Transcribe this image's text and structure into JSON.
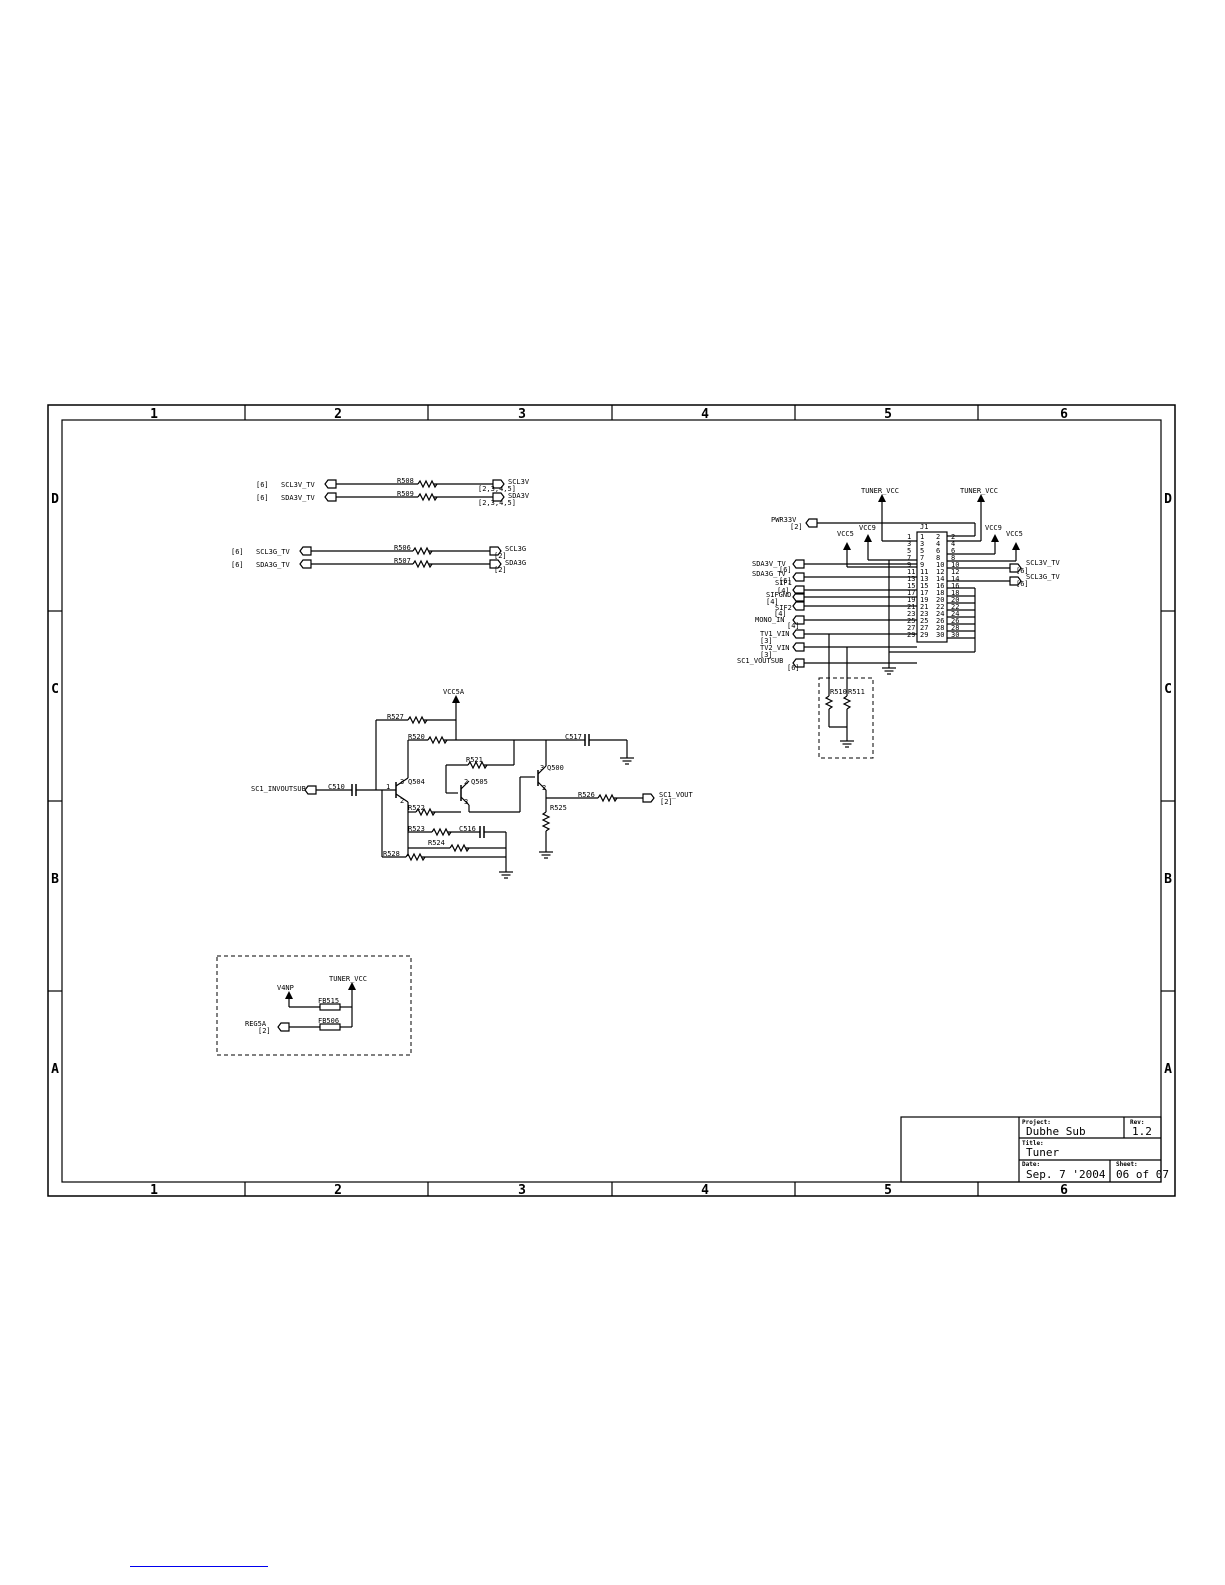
{
  "zones": {
    "columns": [
      "1",
      "2",
      "3",
      "4",
      "5",
      "6"
    ],
    "rows": [
      "D",
      "C",
      "B",
      "A"
    ]
  },
  "labels": {
    "scl3v_tv": "SCL3V_TV",
    "sda3v_tv": "SDA3V_TV",
    "scl3g_tv": "SCL3G_TV",
    "sda3g_tv": "SDA3G_TV",
    "scl3v": "SCL3V",
    "sda3v": "SDA3V",
    "scl3g": "SCL3G",
    "sda3g": "SDA3G",
    "ref6": "[6]",
    "ref2": "[2]",
    "ref3": "[3]",
    "ref4": "[4]",
    "ref2345": "[2,3,4,5]",
    "tuner_vcc": "TUNER_VCC",
    "pwr33v": "PWR33V",
    "vcc5": "VCC5",
    "vcc9": "VCC9",
    "sif1": "SIF1",
    "sifgnd": "SIFGND",
    "sif2": "SIF2",
    "mono_in": "MONO_IN",
    "tv1_vin": "TV1_VIN",
    "tv2_vin": "TV2_VIN",
    "sc1_voutsub": "SC1_VOUTSUB",
    "sc1_vout": "SC1_VOUT",
    "sc1_invoutsub": "SC1_INVOUTSUB",
    "vcc5a": "VCC5A",
    "v4np": "V4NP",
    "reg5a": "REG5A",
    "j1": "J1"
  },
  "components": {
    "r508": "R508",
    "r509": "R509",
    "r506": "R506",
    "r507": "R507",
    "r510": "R510",
    "r511": "R511",
    "r527": "R527",
    "r520": "R520",
    "r521": "R521",
    "r522": "R522",
    "r523": "R523",
    "r524": "R524",
    "r525": "R525",
    "r526": "R526",
    "r528": "R528",
    "c510": "C510",
    "c516": "C516",
    "c517": "C517",
    "q500": "Q500",
    "q504": "Q504",
    "q505": "Q505",
    "fb515": "FB515",
    "fb506": "FB506"
  },
  "connector_pins": {
    "left": [
      "1",
      "3",
      "5",
      "7",
      "9",
      "11",
      "13",
      "15",
      "17",
      "19",
      "21",
      "23",
      "25",
      "27",
      "29"
    ],
    "right": [
      "2",
      "4",
      "6",
      "8",
      "10",
      "12",
      "14",
      "16",
      "18",
      "20",
      "22",
      "24",
      "26",
      "28",
      "30"
    ]
  },
  "title_block": {
    "project_label": "Project:",
    "project": "Dubhe Sub",
    "rev_label": "Rev:",
    "rev": "1.2",
    "title_label": "Title:",
    "title": "Tuner",
    "date_label": "Date:",
    "date": "Sep. 7 '2004",
    "sheet_label": "Sheet:",
    "sheet": "06 of 07"
  }
}
